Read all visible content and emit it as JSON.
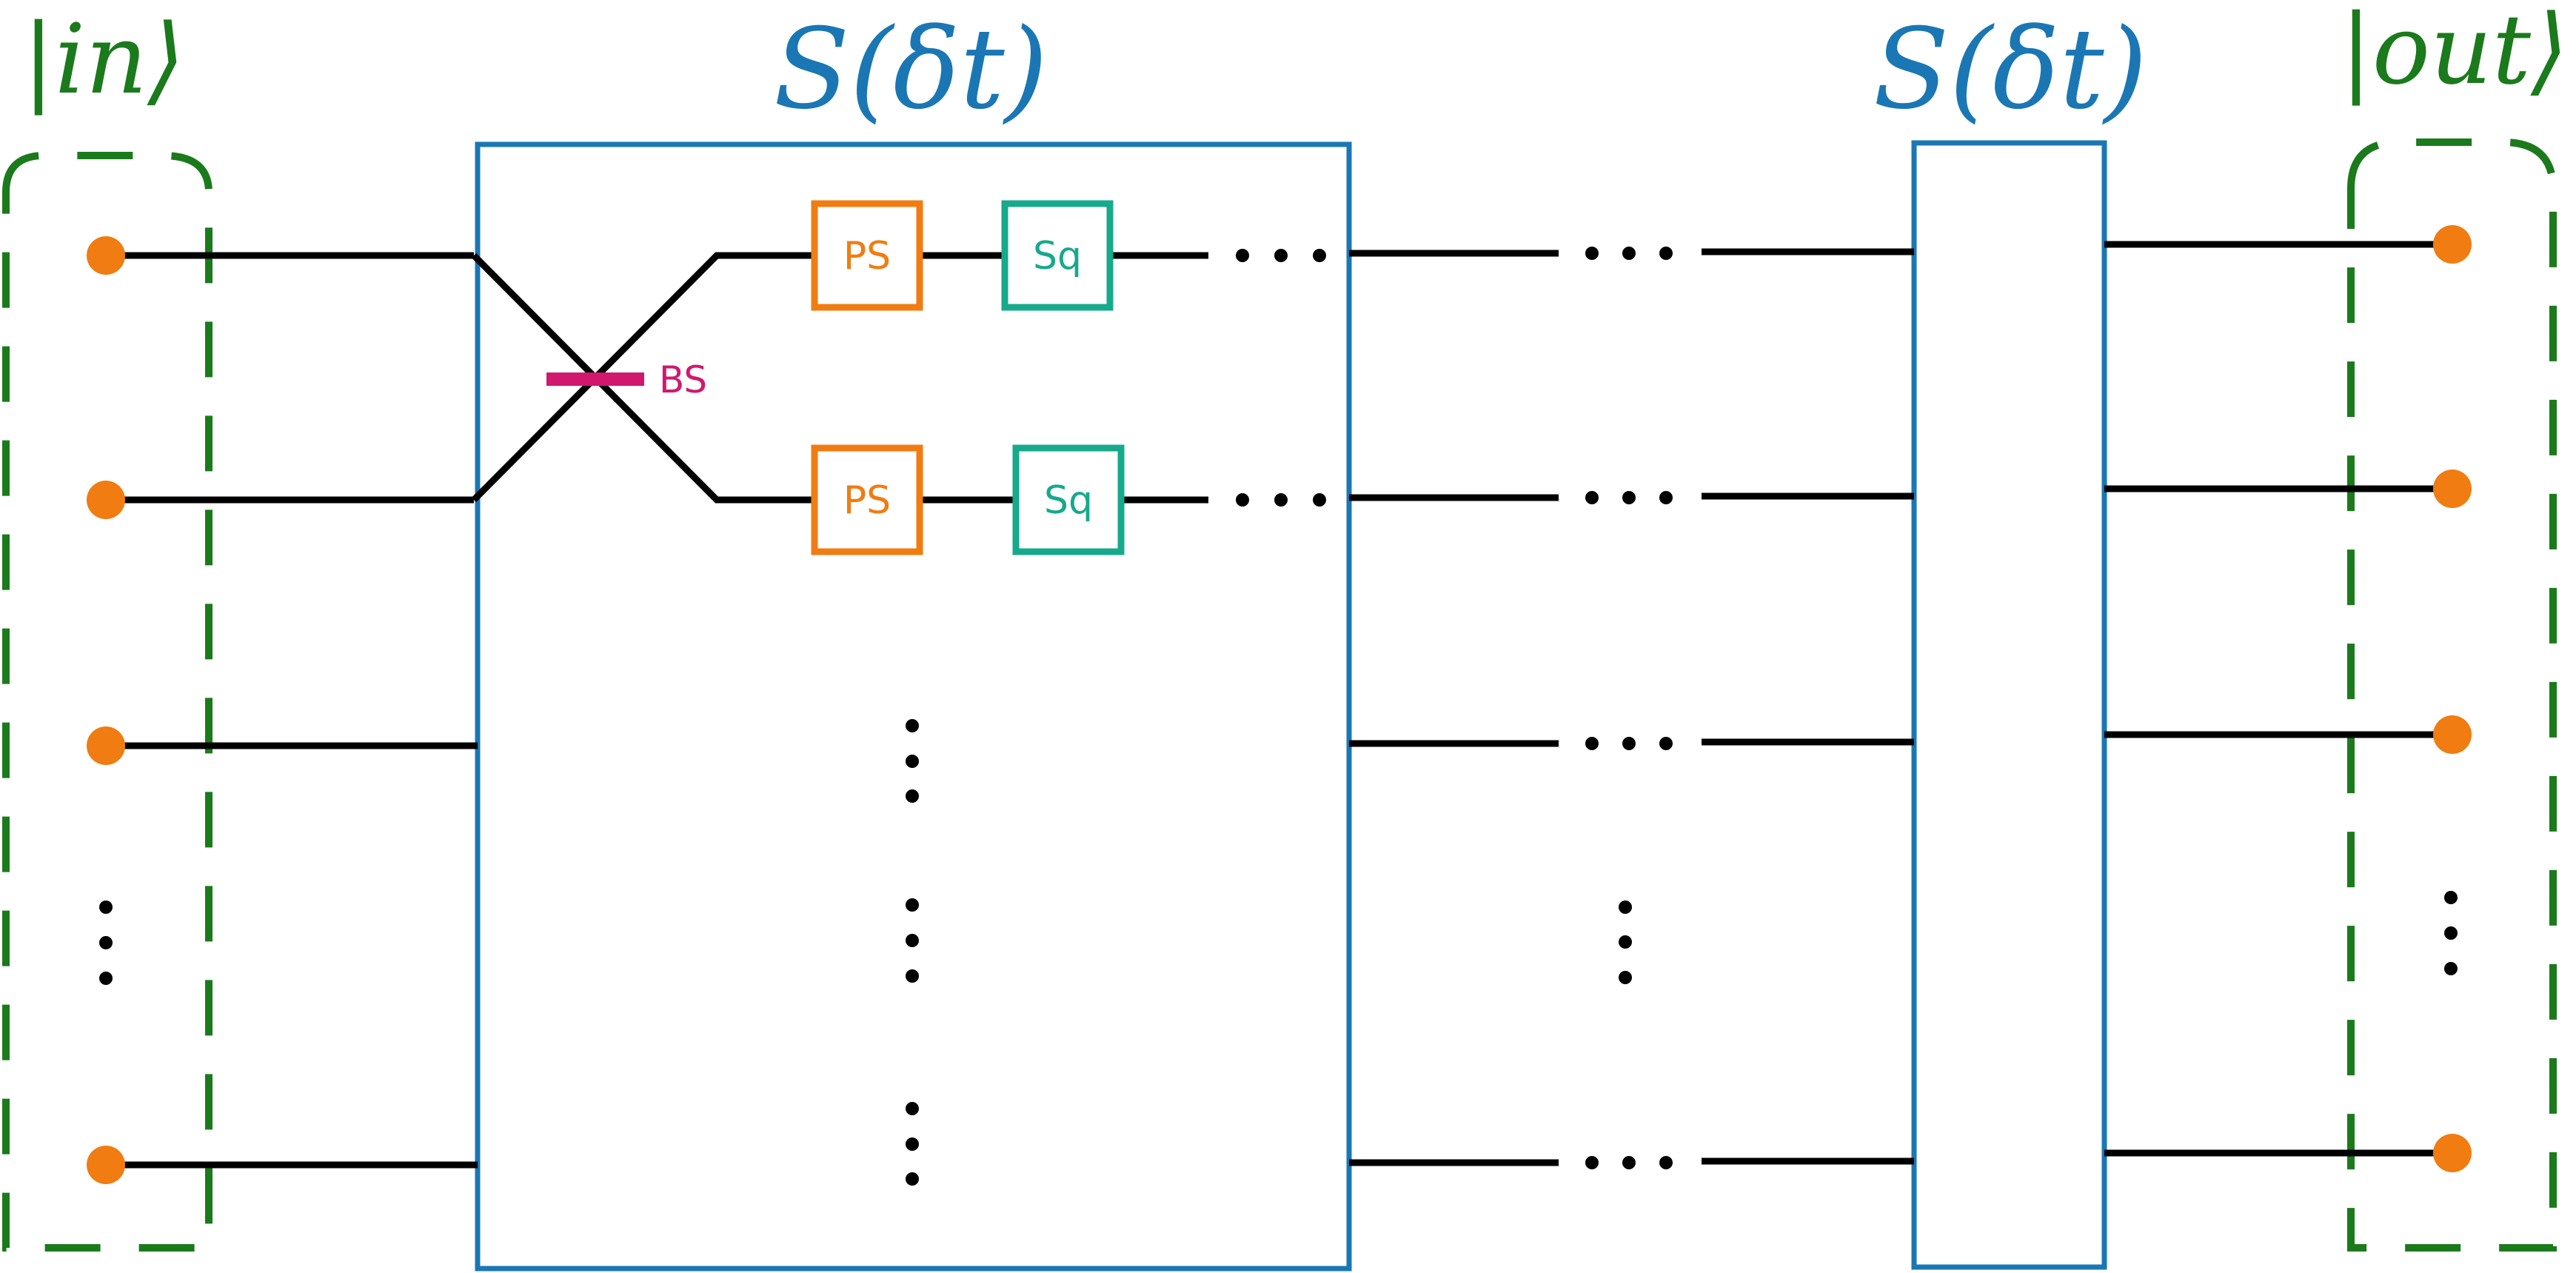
{
  "labels": {
    "input_state": "|in⟩",
    "output_state": "|out⟩",
    "block_title_1": "S(δt)",
    "block_title_2": "S(δt)",
    "beam_splitter": "BS",
    "phase_shifter_1": "PS",
    "phase_shifter_2": "PS",
    "squeezer_1": "Sq",
    "squeezer_2": "Sq"
  },
  "colors": {
    "input_output_boundary": "#1b7a1b",
    "block_outline": "#1a77b4",
    "title_text": "#1a77b4",
    "mode_dot": "#f07c12",
    "phase_shifter": "#f07c12",
    "squeezer": "#17a98c",
    "beam_splitter": "#d0196e",
    "wire": "#000000"
  },
  "icons": {
    "mode": "filled-orange-circle",
    "continuation_horizontal": "horizontal-ellipsis",
    "continuation_vertical": "vertical-ellipsis"
  }
}
